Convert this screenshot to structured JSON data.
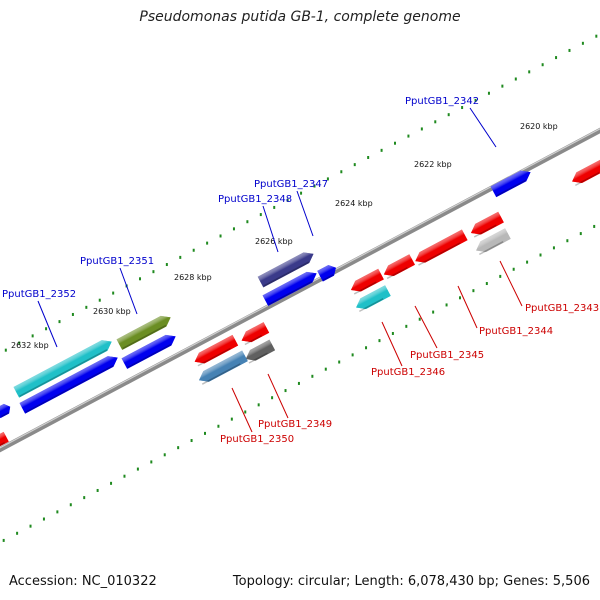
{
  "title": "Pseudomonas putida GB-1, complete genome",
  "footer": {
    "accession": "Accession: NC_010322",
    "topology": "Topology: circular; Length: 6,078,430 bp; Genes: 5,506"
  },
  "colors": {
    "backbone": "#8a8a8a",
    "tick": "#1f8a1f",
    "forward_label": "#0000cc",
    "reverse_label": "#cc0000"
  },
  "scale": {
    "unit": "kbp",
    "ticks_kbp": [
      2620,
      2622,
      2624,
      2626,
      2628,
      2630,
      2632
    ],
    "tick_labels": [
      "2620 kbp",
      "2622 kbp",
      "2624 kbp",
      "2626 kbp",
      "2628 kbp",
      "2630 kbp",
      "2632 kbp"
    ]
  },
  "genes": [
    {
      "label": "PputGB1_2342",
      "strand": "forward",
      "color": "#0000ee"
    },
    {
      "label": "PputGB1_2347",
      "strand": "forward",
      "color": "#3a3a8a"
    },
    {
      "label": "PputGB1_2348",
      "strand": "forward",
      "color": "#0000ee"
    },
    {
      "label": "PputGB1_2351",
      "strand": "forward",
      "color": "#6b8e23"
    },
    {
      "label": "PputGB1_2352",
      "strand": "forward",
      "color": "#20c0c8"
    },
    {
      "label": "PputGB1_2343",
      "strand": "reverse",
      "color": "#b8b8b8"
    },
    {
      "label": "PputGB1_2344",
      "strand": "reverse",
      "color": "#ee0000"
    },
    {
      "label": "PputGB1_2345",
      "strand": "reverse",
      "color": "#ee0000"
    },
    {
      "label": "PputGB1_2346",
      "strand": "reverse",
      "color": "#20c0c8"
    },
    {
      "label": "PputGB1_2349",
      "strand": "reverse",
      "color": "#606060"
    },
    {
      "label": "PputGB1_2350",
      "strand": "reverse",
      "color": "#4682b4"
    }
  ]
}
